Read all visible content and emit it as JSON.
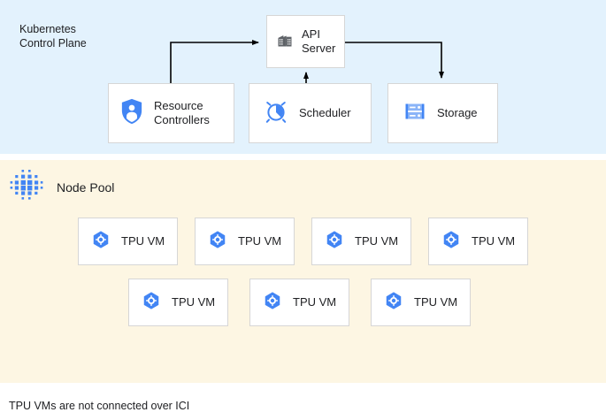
{
  "control_plane": {
    "title": "Kubernetes\nControl Plane",
    "background_color": "#e3f2fd",
    "api_server": {
      "label": "API\nServer",
      "icon": "building-icon"
    },
    "components": [
      {
        "label": "Resource\nControllers",
        "icon": "shield-user-icon"
      },
      {
        "label": "Scheduler",
        "icon": "alarm-clock-icon"
      },
      {
        "label": "Storage",
        "icon": "server-rack-icon"
      }
    ],
    "connections": [
      {
        "from": "Resource Controllers",
        "to": "API Server"
      },
      {
        "from": "Scheduler",
        "to": "API Server"
      },
      {
        "from": "API Server",
        "to": "Storage"
      }
    ]
  },
  "node_pool": {
    "title": "Node Pool",
    "icon": "dot-grid-icon",
    "background_color": "#fdf6e3",
    "rows": [
      [
        {
          "label": "TPU VM",
          "icon": "hexagon-gear-icon"
        },
        {
          "label": "TPU VM",
          "icon": "hexagon-gear-icon"
        },
        {
          "label": "TPU VM",
          "icon": "hexagon-gear-icon"
        },
        {
          "label": "TPU VM",
          "icon": "hexagon-gear-icon"
        }
      ],
      [
        {
          "label": "TPU VM",
          "icon": "hexagon-gear-icon"
        },
        {
          "label": "TPU VM",
          "icon": "hexagon-gear-icon"
        },
        {
          "label": "TPU VM",
          "icon": "hexagon-gear-icon"
        }
      ]
    ]
  },
  "caption": "TPU VMs are not connected over ICI",
  "colors": {
    "accent_blue": "#4285f4",
    "panel_blue": "#e3f2fd",
    "panel_cream": "#fdf6e3",
    "icon_gray": "#5f6368",
    "text": "#202124",
    "line": "#000000",
    "box_border": "#d6d6d6"
  }
}
